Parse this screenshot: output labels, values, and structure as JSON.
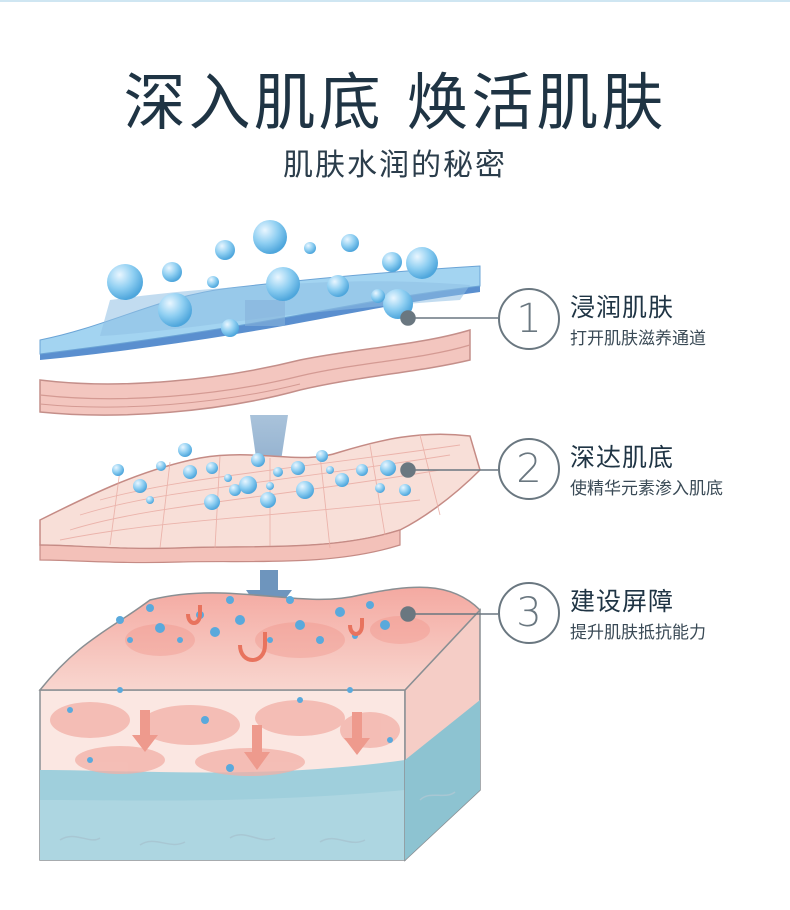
{
  "header": {
    "title": "深入肌底 焕活肌肤",
    "subtitle": "肌肤水润的秘密"
  },
  "steps": [
    {
      "number": "1",
      "title": "浸润肌肤",
      "desc": "打开肌肤滋养通道"
    },
    {
      "number": "2",
      "title": "深达肌底",
      "desc": "使精华元素渗入肌底"
    },
    {
      "number": "3",
      "title": "建设屏障",
      "desc": "提升肌肤抵抗能力"
    }
  ],
  "colors": {
    "water_blue": "#8ec9ea",
    "water_dark": "#4f86c6",
    "skin_pink": "#f6cfc8",
    "skin_deep": "#ee9e94",
    "arrow_orange": "#e8735e",
    "base_blue": "#a7d3df"
  }
}
